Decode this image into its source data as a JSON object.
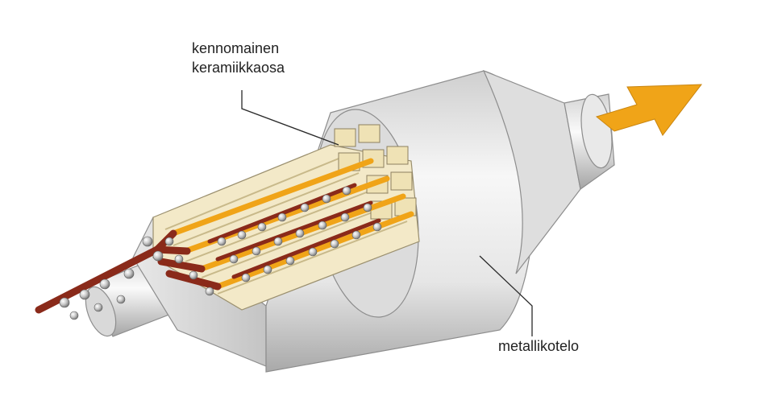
{
  "labels": {
    "ceramic_line1": "kennomainen",
    "ceramic_line2": "keramiikkaosa",
    "casing": "metallikotelo"
  },
  "colors": {
    "exhaust_in": "#8a2a1a",
    "exhaust_out": "#f0a418",
    "casing_light": "#f2f2f2",
    "casing_shadow": "#b8b8b8",
    "ceramic": "#f3e9c8",
    "particle": "#bdbdbd"
  },
  "icons": {
    "outlet_arrow": "arrow-right-icon"
  }
}
